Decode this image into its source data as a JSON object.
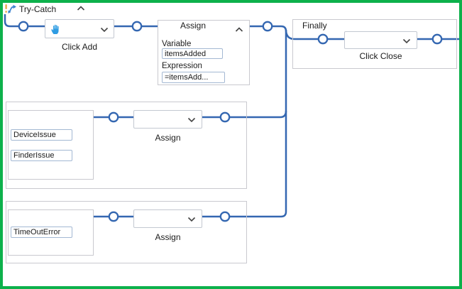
{
  "colors": {
    "frame": "#0db14b",
    "wire": "#3467b1",
    "hand_icon": "#2e9ce3",
    "container_border": "#c9c9cf",
    "input_border": "#a3b8d3"
  },
  "header": {
    "title": "Try-Catch"
  },
  "try_branch": {
    "action_label": "Click Add"
  },
  "assign_block": {
    "title": "Assign",
    "variable_label": "Variable",
    "variable_value": "itemsAdded",
    "expression_label": "Expression",
    "expression_value": "=itemsAdd..."
  },
  "finally_block": {
    "title": "Finally",
    "action_label": "Click Close"
  },
  "catches": [
    {
      "exceptions": [
        "DeviceIssue",
        "FinderIssue"
      ],
      "action_label": "Assign"
    },
    {
      "exceptions": [
        "TimeOutError"
      ],
      "action_label": "Assign"
    }
  ]
}
